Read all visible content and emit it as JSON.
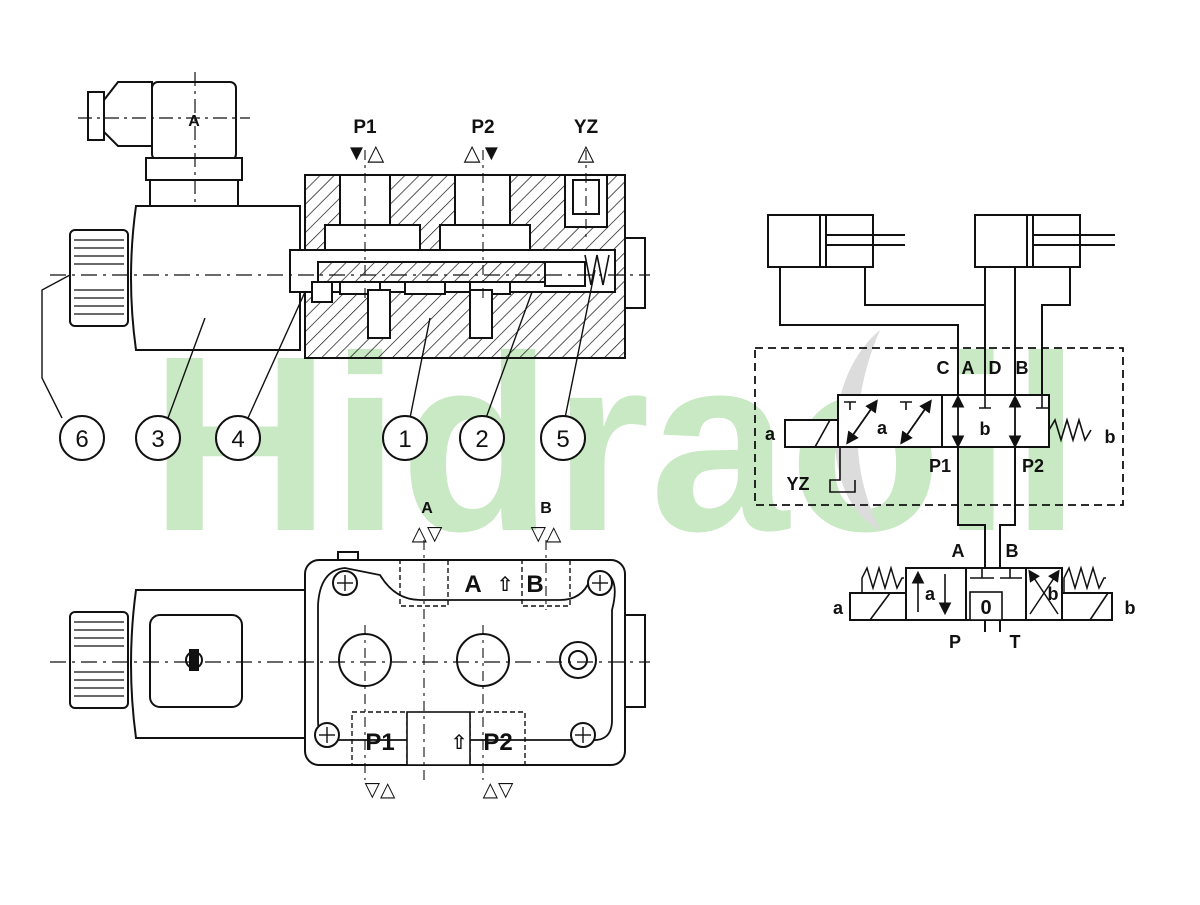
{
  "watermark": {
    "text": "Hidraoil",
    "color": "#c9e8c4"
  },
  "colors": {
    "line": "#111111",
    "accent": "#bdbdbd"
  },
  "section_view": {
    "solenoid_tag": "A",
    "ports": [
      {
        "label": "P1",
        "symbol": "▼△"
      },
      {
        "label": "P2",
        "symbol": "△▼"
      },
      {
        "label": "YZ",
        "symbol": "△"
      }
    ],
    "callouts": [
      "6",
      "3",
      "4",
      "1",
      "2",
      "5"
    ]
  },
  "top_view": {
    "upper_ports": [
      {
        "label": "A",
        "symbol": "△▽"
      },
      {
        "label": "B",
        "symbol": "▽△"
      }
    ],
    "lower_ports": [
      {
        "label": "P1",
        "symbol": "▽△"
      },
      {
        "label": "P2",
        "symbol": "△▽"
      }
    ],
    "plate_labels": {
      "a": "A",
      "arrow": "⇧",
      "b": "B",
      "p1": "P1",
      "p2": "P2"
    }
  },
  "schematic_upper": {
    "port_labels": [
      "C",
      "A",
      "D",
      "B"
    ],
    "box_a": "a",
    "box_b": "b",
    "coil_a": "a",
    "spring_b": "b",
    "yz": "YZ",
    "p1": "P1",
    "p2": "P2"
  },
  "schematic_lower": {
    "top_ports": [
      "A",
      "B"
    ],
    "bottom_ports": [
      "P",
      "T"
    ],
    "left_box": "a",
    "center_box": "0",
    "right_box": "b",
    "coil_a": "a",
    "coil_b": "b"
  }
}
